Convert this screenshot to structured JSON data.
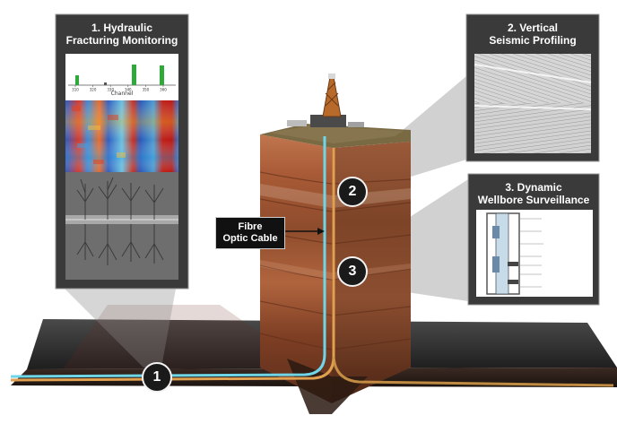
{
  "panels": {
    "hydraulic": {
      "title_line1": "1. Hydraulic",
      "title_line2": "Fracturing Monitoring",
      "axis_label": "Channel",
      "ticks": [
        "310",
        "320",
        "330",
        "340",
        "350",
        "360"
      ]
    },
    "seismic": {
      "title_line1": "2. Vertical",
      "title_line2": "Seismic Profiling"
    },
    "wellbore": {
      "title_line1": "3. Dynamic",
      "title_line2": "Wellbore Surveillance"
    }
  },
  "callout": {
    "line1": "Fibre",
    "line2": "Optic Cable"
  },
  "badges": {
    "one": "1",
    "two": "2",
    "three": "3"
  },
  "colors": {
    "panel_bg": "#3a3a3a",
    "fibre_cyan": "#6fd6e8",
    "fibre_orange": "#e0a050",
    "rock_brown": "#9a4a2a",
    "ground_dark": "#2b2b2b"
  }
}
